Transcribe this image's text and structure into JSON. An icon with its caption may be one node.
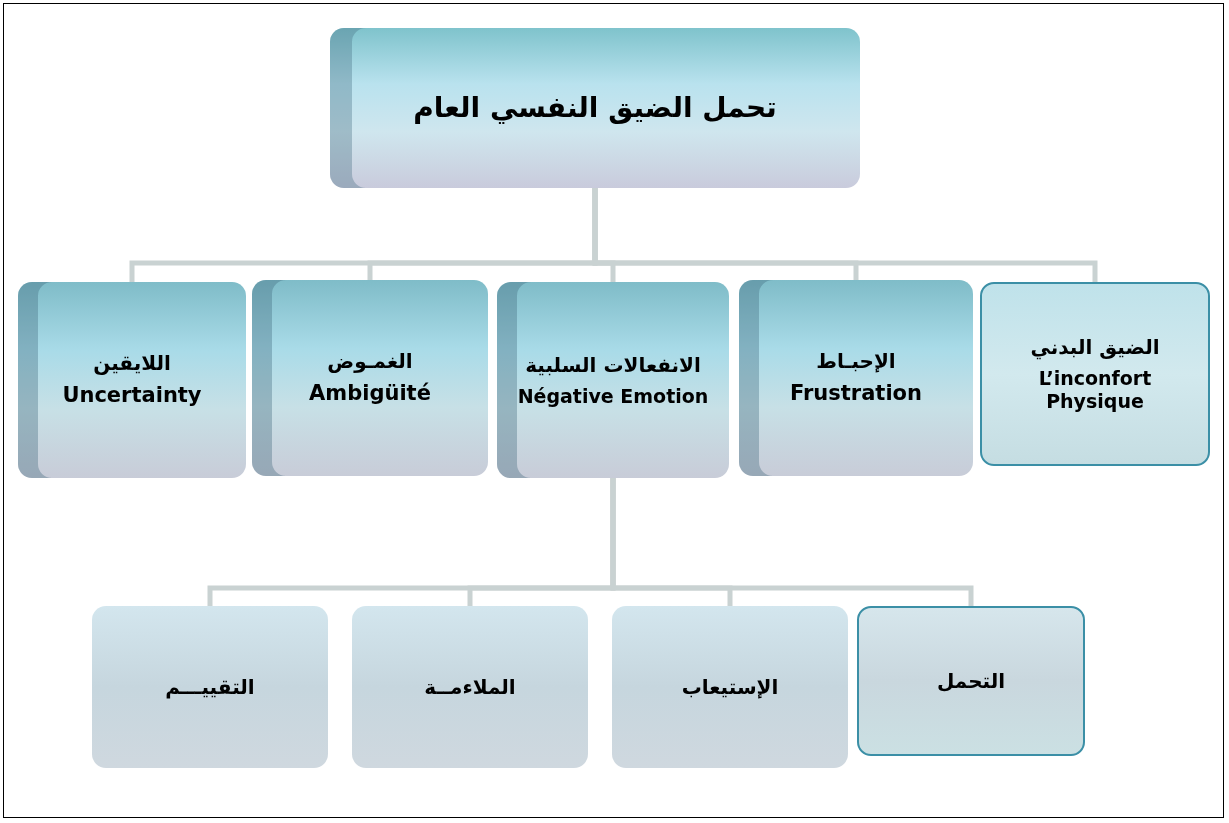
{
  "diagram": {
    "nodes": [
      {
        "text": [
          "تحمل الضيق النفسي العام"
        ]
      },
      {
        "text": [
          "اللايقين",
          "Uncertainty"
        ]
      },
      {
        "text": [
          "الغمـوض",
          "Ambigüité"
        ]
      },
      {
        "text": [
          "الانفعالات السلبية",
          "Négative Emotion"
        ]
      },
      {
        "text": [
          "الإحبـاط",
          "Frustration"
        ]
      },
      {
        "text": [
          "الضيق البدني",
          "L’inconfort Physique"
        ]
      },
      {
        "text": [
          "التقييـــم"
        ]
      },
      {
        "text": [
          "الملاءمــة"
        ]
      },
      {
        "text": [
          "الإستيعاب"
        ]
      },
      {
        "text": [
          "التحمل"
        ]
      }
    ],
    "edges": [
      {
        "from": 0,
        "to": 1,
        "arrow": "none"
      },
      {
        "from": 0,
        "to": 2,
        "arrow": "none"
      },
      {
        "from": 0,
        "to": 3,
        "arrow": "none"
      },
      {
        "from": 0,
        "to": 4,
        "arrow": "none"
      },
      {
        "from": 0,
        "to": 5,
        "arrow": "none"
      },
      {
        "from": 3,
        "to": 6,
        "arrow": "none"
      },
      {
        "from": 3,
        "to": 7,
        "arrow": "none"
      },
      {
        "from": 3,
        "to": 8,
        "arrow": "none"
      },
      {
        "from": 3,
        "to": 9,
        "arrow": "none"
      }
    ]
  }
}
